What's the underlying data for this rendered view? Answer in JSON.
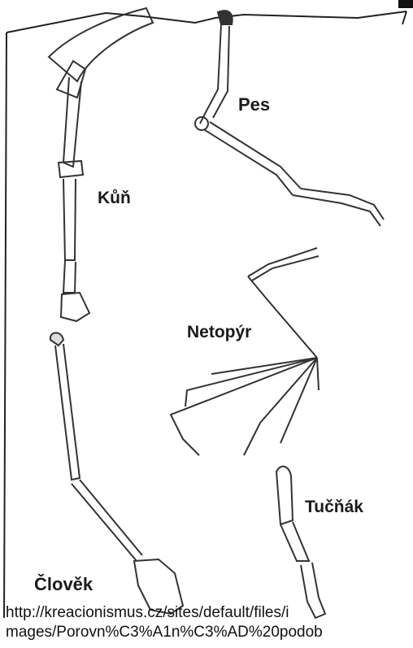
{
  "labels": {
    "horse": "Kůň",
    "dog": "Pes",
    "bat": "Netopýr",
    "penguin": "Tučňák",
    "human": "Člověk"
  },
  "source": {
    "line1": "http://kreacionismus.cz/sites/default/files/i",
    "line2": "mages/Porovn%C3%A1n%C3%AD%20podob"
  }
}
